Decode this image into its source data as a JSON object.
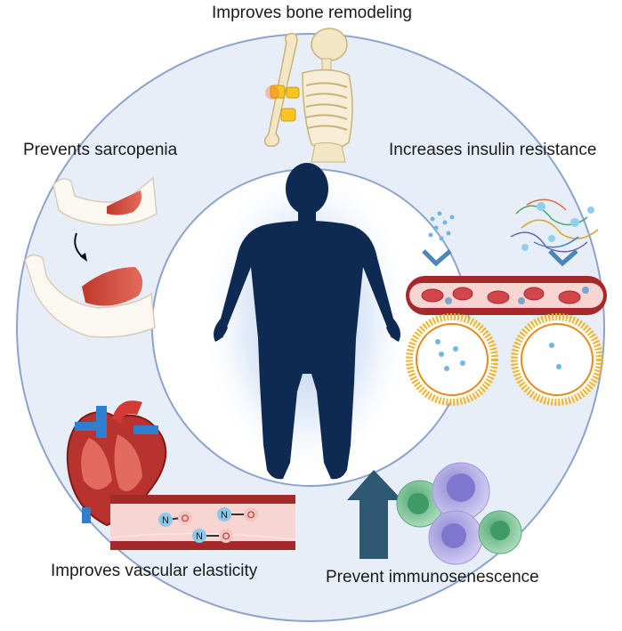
{
  "labels": {
    "top": "Improves bone remodeling",
    "left": "Prevents sarcopenia",
    "right": "Increases insulin resistance",
    "bottom_left": "Improves vascular elasticity",
    "bottom_right": "Prevent immunosenescence"
  },
  "molecule": {
    "nitrogen": "N",
    "oxygen": "O"
  },
  "colors": {
    "ring_fill": "#e8eef8",
    "ring_stroke": "#8da3cc",
    "silhouette": "#0e2a52",
    "glow": "#6f9ad8",
    "vessel": "#a5282a",
    "vessel_lumen": "#f6d5d3",
    "arrow": "#2f5872",
    "membrane": "#f0b429"
  },
  "icons": [
    "human-silhouette-icon",
    "skeleton-icon",
    "muscle-arm-icon",
    "heart-icon",
    "blood-vessel-icon",
    "liposome-icon",
    "up-arrow-icon",
    "immune-cells-icon",
    "protein-icon"
  ]
}
